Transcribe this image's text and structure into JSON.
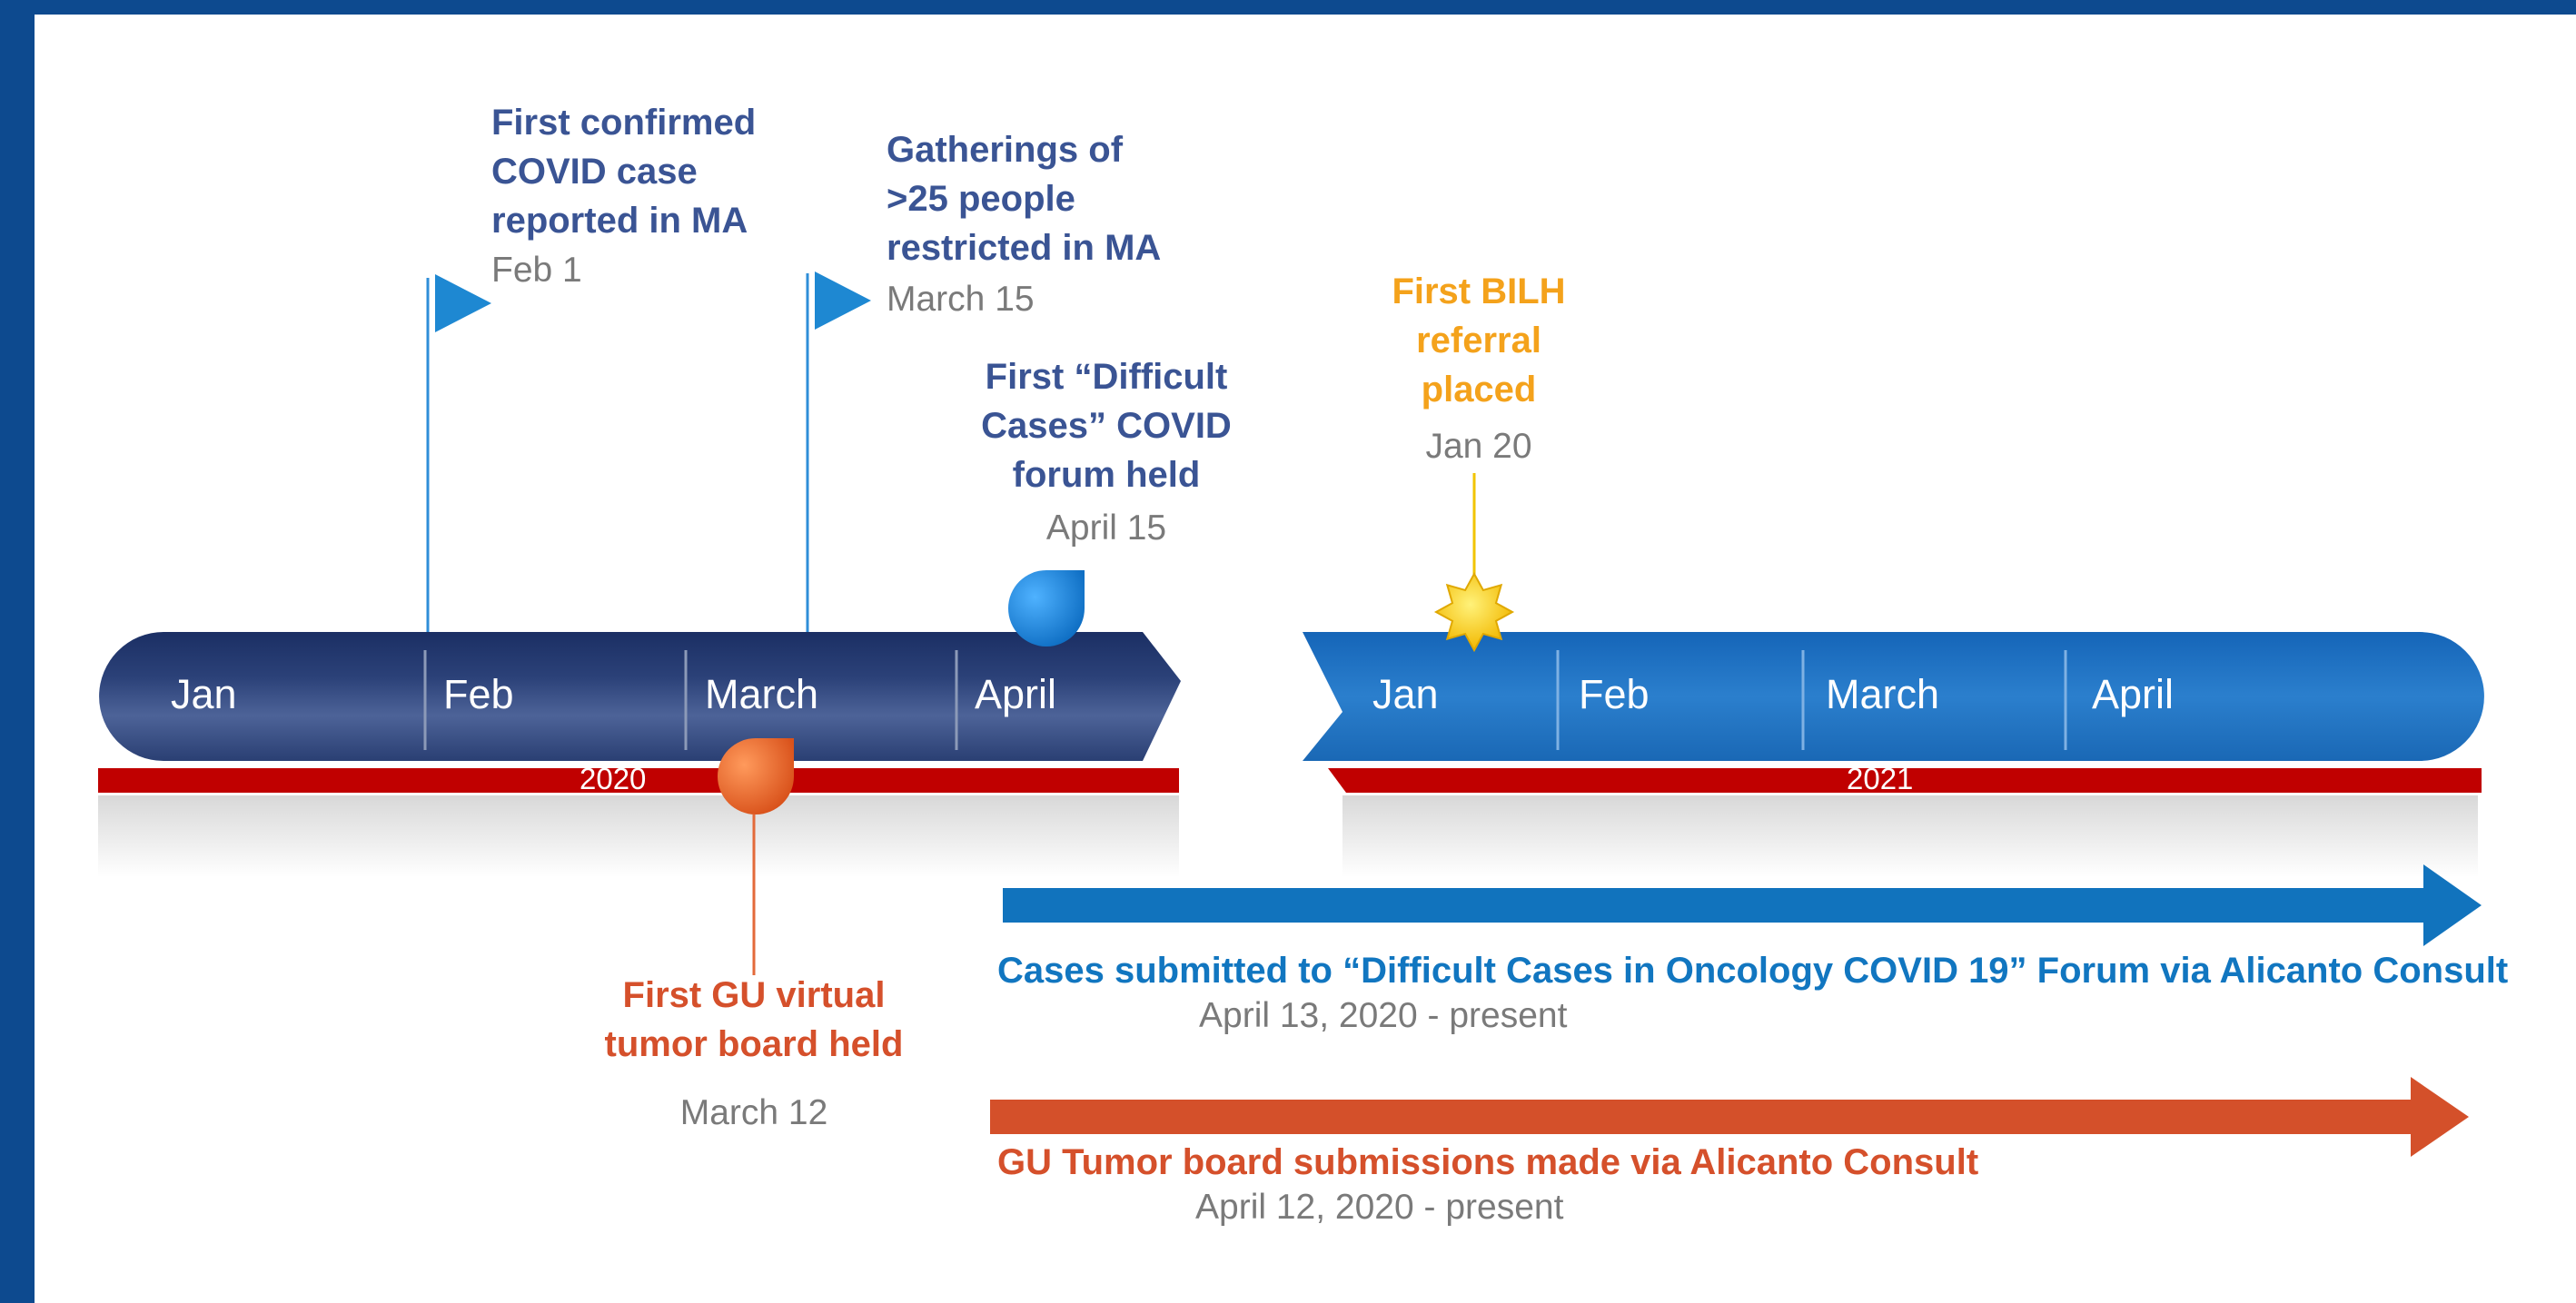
{
  "timeline_2020": {
    "year": "2020",
    "months": [
      "Jan",
      "Feb",
      "March",
      "April"
    ],
    "color_dark": "#1d3367",
    "color_mid": "#3c5289"
  },
  "timeline_2021": {
    "year": "2021",
    "months": [
      "Jan",
      "Feb",
      "March",
      "April"
    ],
    "color": "#1d72c1"
  },
  "year_band_color": "#c00000",
  "events": {
    "first_case": {
      "title": [
        "First confirmed",
        "COVID case",
        "reported in MA"
      ],
      "date": "Feb 1"
    },
    "gatherings": {
      "title": [
        "Gatherings of",
        ">25 people",
        "restricted in MA"
      ],
      "date": "March 15"
    },
    "difficult_cases_forum": {
      "title": [
        "First “Difficult",
        "Cases” COVID",
        "forum held"
      ],
      "date": "April 15"
    },
    "bilh_referral": {
      "title": [
        "First BILH",
        "referral",
        "placed"
      ],
      "date": "Jan 20"
    },
    "gu_virtual": {
      "title": [
        "First GU virtual",
        "tumor board held"
      ],
      "date": "March 12"
    }
  },
  "ranges": {
    "oncology_forum": {
      "title": "Cases submitted to “Difficult Cases in Oncology COVID 19” Forum via Alicanto Consult",
      "date": "April 13, 2020 - present",
      "color": "#1173bd"
    },
    "gu_submissions": {
      "title": "GU Tumor board submissions made via Alicanto Consult",
      "date": "April 12, 2020 - present",
      "color": "#d4502a"
    }
  },
  "colors": {
    "event_blue": "#3a5494",
    "event_orange": "#f4a21b",
    "event_red": "#d5502b",
    "date_gray": "#7a7a7a",
    "flag_blue": "#1e88d2",
    "star_gold": "#f5c400"
  }
}
